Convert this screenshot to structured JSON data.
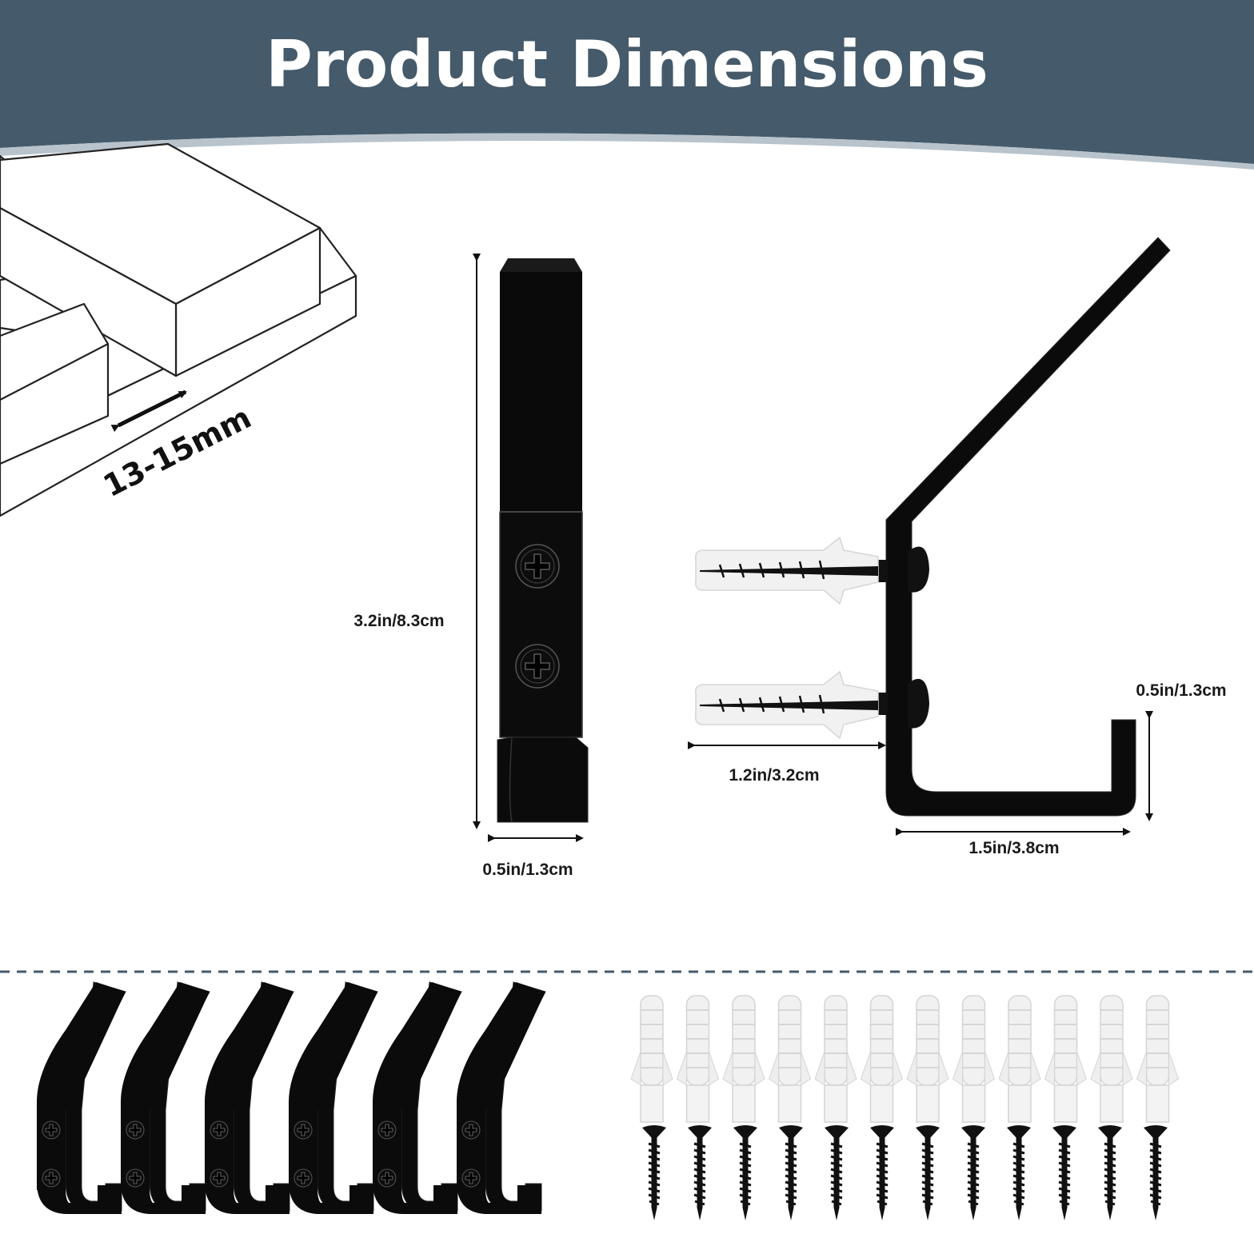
{
  "header": {
    "title": "Product Dimensions",
    "background_color": "#455a6a"
  },
  "wood_diagram": {
    "thickness_label": "13-15mm"
  },
  "front_view": {
    "height_label": "3.2in/8.3cm",
    "width_label": "0.5in/1.3cm"
  },
  "side_view": {
    "hook_tip_height_label": "0.5in/1.3cm",
    "anchor_length_label": "1.2in/3.2cm",
    "depth_label": "1.5in/3.8cm"
  },
  "package_contents": {
    "hook_count": 6,
    "anchor_count": 12,
    "screw_count": 12
  }
}
